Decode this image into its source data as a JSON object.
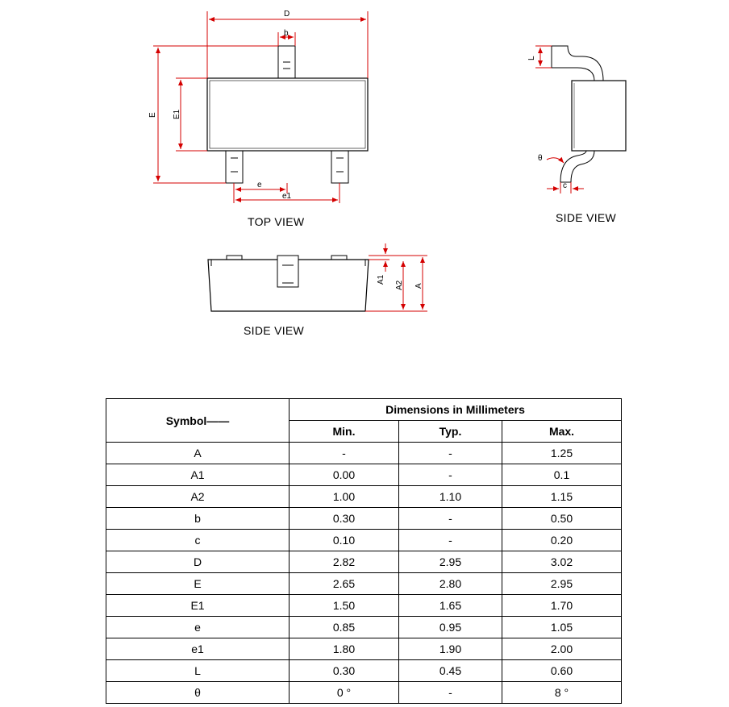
{
  "views": {
    "top": "TOP VIEW",
    "side_right": "SIDE VIEW",
    "side_bottom": "SIDE VIEW"
  },
  "dim_labels": {
    "D": "D",
    "b": "b",
    "E": "E",
    "E1": "E1",
    "e": "e",
    "e1": "e1",
    "L": "L",
    "theta": "θ",
    "c": "c",
    "A1": "A1",
    "A2": "A2",
    "A": "A"
  },
  "colors": {
    "dimension": "#d40000",
    "outline": "#000000"
  },
  "table": {
    "symbol_header": "Symbol",
    "group_header": "Dimensions in Millimeters",
    "col_min": "Min.",
    "col_typ": "Typ.",
    "col_max": "Max.",
    "rows": [
      {
        "symbol": "A",
        "min": "-",
        "typ": "-",
        "max": "1.25"
      },
      {
        "symbol": "A1",
        "min": "0.00",
        "typ": "-",
        "max": "0.1"
      },
      {
        "symbol": "A2",
        "min": "1.00",
        "typ": "1.10",
        "max": "1.15"
      },
      {
        "symbol": "b",
        "min": "0.30",
        "typ": "-",
        "max": "0.50"
      },
      {
        "symbol": "c",
        "min": "0.10",
        "typ": "-",
        "max": "0.20"
      },
      {
        "symbol": "D",
        "min": "2.82",
        "typ": "2.95",
        "max": "3.02"
      },
      {
        "symbol": "E",
        "min": "2.65",
        "typ": "2.80",
        "max": "2.95"
      },
      {
        "symbol": "E1",
        "min": "1.50",
        "typ": "1.65",
        "max": "1.70"
      },
      {
        "symbol": "e",
        "min": "0.85",
        "typ": "0.95",
        "max": "1.05"
      },
      {
        "symbol": "e1",
        "min": "1.80",
        "typ": "1.90",
        "max": "2.00"
      },
      {
        "symbol": "L",
        "min": "0.30",
        "typ": "0.45",
        "max": "0.60"
      },
      {
        "symbol": "θ",
        "min": "0 °",
        "typ": "-",
        "max": "8 °"
      }
    ]
  }
}
